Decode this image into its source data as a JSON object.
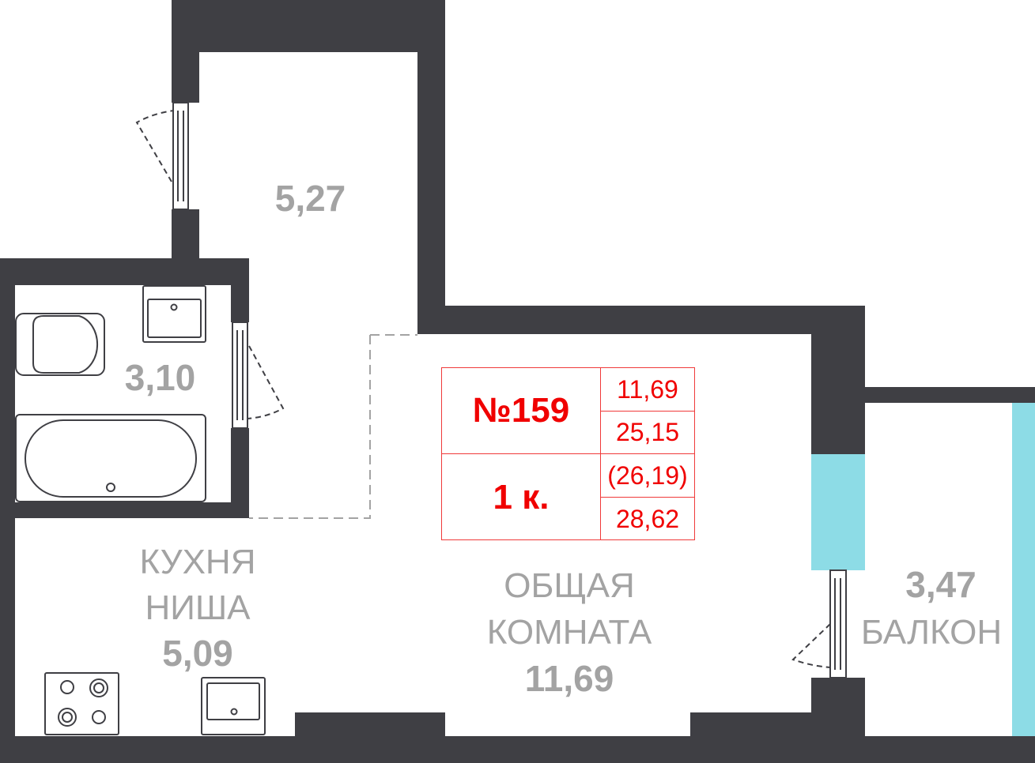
{
  "colors": {
    "wall": "#3f3f44",
    "window": "#8ddce6",
    "text": "#a3a3a3",
    "accent": "#f00000"
  },
  "rooms": {
    "hall": {
      "area": "5,27"
    },
    "bathroom": {
      "area": "3,10"
    },
    "kitchen": {
      "name_line1": "КУХНЯ",
      "name_line2": "НИША",
      "area": "5,09"
    },
    "living": {
      "name_line1": "ОБЩАЯ",
      "name_line2": "КОМНАТА",
      "area": "11,69"
    },
    "balcony": {
      "area": "3,47",
      "name": "БАЛКОН"
    }
  },
  "info": {
    "number": "№159",
    "rooms": "1 к.",
    "living_area": "11,69",
    "area_no_balcony": "25,15",
    "area_reduced": "(26,19)",
    "total_area": "28,62"
  }
}
